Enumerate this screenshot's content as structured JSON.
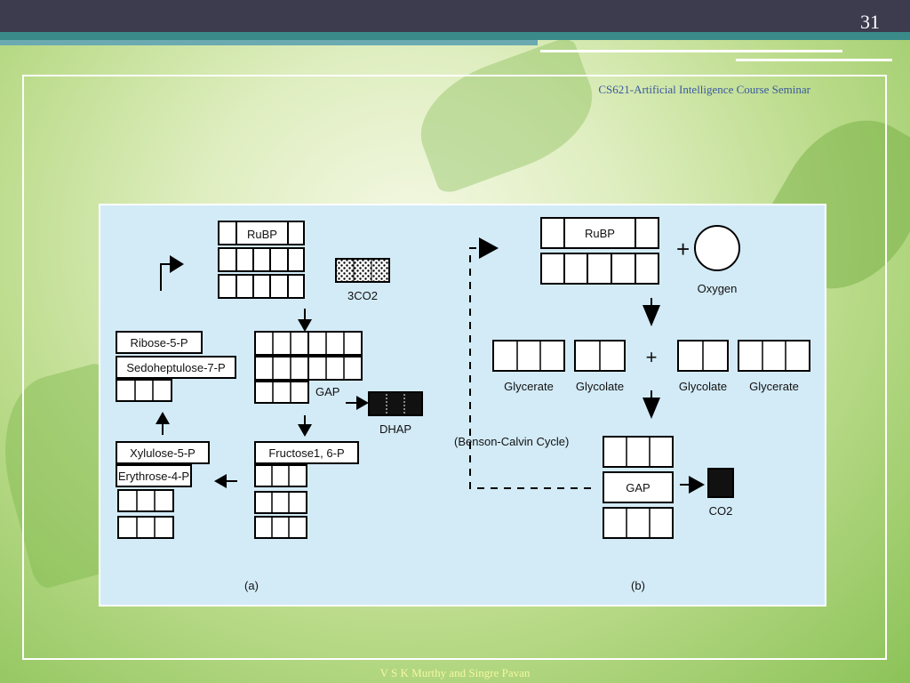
{
  "slide": {
    "number": "31",
    "header": "CS621-Artificial Intelligence Course Seminar",
    "footer": "V S K Murthy and Singre Pavan"
  },
  "diagram": {
    "panel_a": {
      "caption": "(a)",
      "rubp": "RuBP",
      "co2_input": "3CO2",
      "gap": "GAP",
      "dhap": "DHAP",
      "fructose": "Fructose1, 6-P",
      "xylulose": "Xylulose-5-P",
      "erythrose": "Erythrose-4-P",
      "ribose": "Ribose-5-P",
      "sedoheptulose": "Sedoheptulose-7-P"
    },
    "panel_b": {
      "caption": "(b)",
      "rubp": "RuBP",
      "plus_1": "+",
      "oxygen": "Oxygen",
      "glycerate_left": "Glycerate",
      "glycolate_left": "Glycolate",
      "plus_2": "+",
      "glycolate_right": "Glycolate",
      "glycerate_right": "Glycerate",
      "cycle_label": "(Benson-Calvin Cycle)",
      "gap": "GAP",
      "co2_output": "CO2"
    }
  }
}
